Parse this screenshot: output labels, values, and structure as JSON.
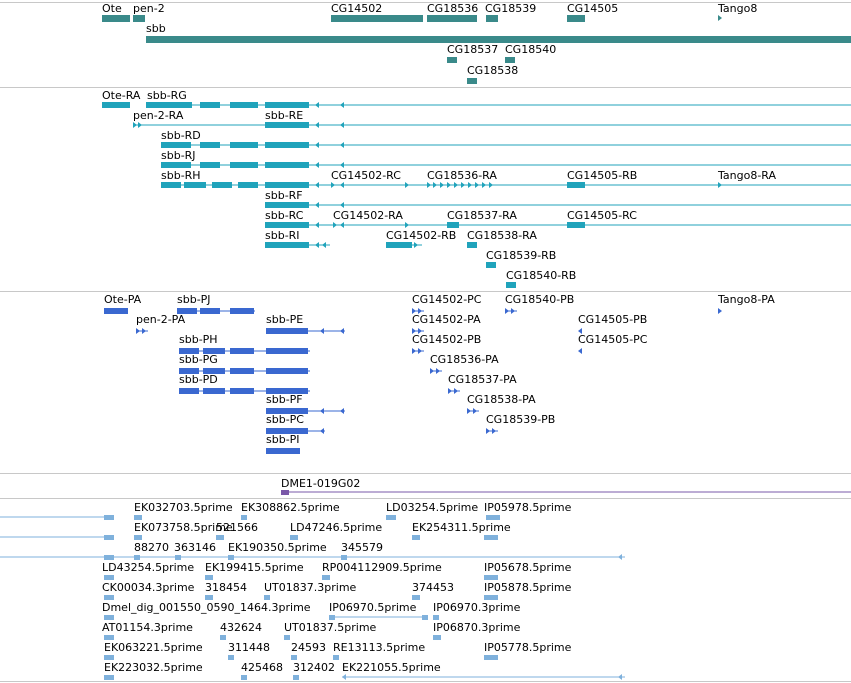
{
  "colors": {
    "gene": "#3a8a8a",
    "mrna": "#20a3bb",
    "protein": "#3a68d0",
    "clone": "#7a58a8",
    "est": "#7fb1dc"
  },
  "tracks": {
    "gene": {
      "name": "gene-track",
      "labels": [
        "Ote",
        "pen-2",
        "CG14502",
        "CG18536",
        "CG18539",
        "CG14505",
        "Tango8",
        "sbb",
        "CG18537",
        "CG18540",
        "CG18538"
      ]
    },
    "mrna": {
      "name": "transcript-track",
      "labels": [
        "Ote-RA",
        "sbb-RG",
        "pen-2-RA",
        "sbb-RE",
        "sbb-RD",
        "sbb-RJ",
        "sbb-RH",
        "CG14502-RC",
        "CG18536-RA",
        "CG14505-RB",
        "Tango8-RA",
        "sbb-RF",
        "sbb-RC",
        "CG14502-RA",
        "CG18537-RA",
        "CG14505-RC",
        "sbb-RI",
        "CG14502-RB",
        "CG18538-RA",
        "CG18539-RB",
        "CG18540-RB"
      ]
    },
    "protein": {
      "name": "protein-track",
      "labels": [
        "Ote-PA",
        "sbb-PJ",
        "CG14502-PC",
        "CG18540-PB",
        "Tango8-PA",
        "pen-2-PA",
        "sbb-PE",
        "CG14502-PA",
        "CG14505-PB",
        "CG14502-PB",
        "CG14505-PC",
        "sbb-PH",
        "CG18536-PA",
        "sbb-PG",
        "CG18537-PA",
        "sbb-PD",
        "CG18538-PA",
        "sbb-PF",
        "CG18539-PB",
        "sbb-PC",
        "sbb-PI"
      ]
    },
    "clone": {
      "name": "clone-track",
      "labels": [
        "DME1-019G02"
      ]
    },
    "est": {
      "name": "est-track",
      "labels": [
        "EK032703.5prime",
        "EK308862.5prime",
        "LD03254.5prime",
        "IP05978.5prime",
        "EK073758.5prime",
        "521566",
        "LD47246.5prime",
        "EK254311.5prime",
        "88270",
        "363146",
        "EK190350.5prime",
        "345579",
        "LD43254.5prime",
        "EK199415.5prime",
        "RP004112909.5prime",
        "IP05678.5prime",
        "CK00034.3prime",
        "318454",
        "UT01837.3prime",
        "374453",
        "IP05878.5prime",
        "Dmel_dig_001550_0590_1464.3prime",
        "IP06970.5prime",
        "IP06970.3prime",
        "AT01154.3prime",
        "432624",
        "UT01837.5prime",
        "IP06870.3prime",
        "EK063221.5prime",
        "311448",
        "24593",
        "RE13113.5prime",
        "IP05778.5prime",
        "EK223032.5prime",
        "425468",
        "312402",
        "EK221055.5prime"
      ]
    }
  }
}
